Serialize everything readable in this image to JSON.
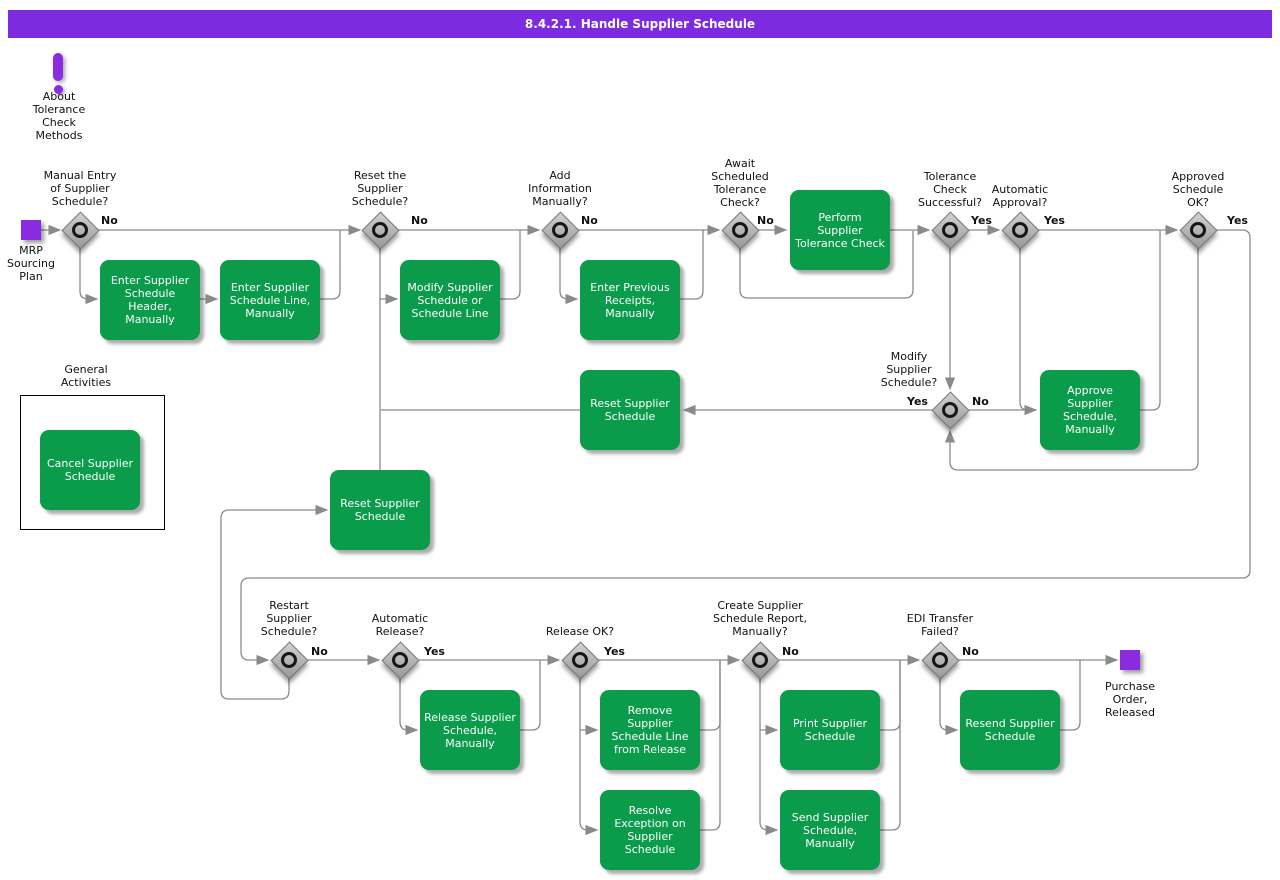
{
  "title_bar": {
    "text": "8.4.2.1. Handle Supplier Schedule"
  },
  "colors": {
    "title_bar_bg": "#7c2be0",
    "node_purple": "#8a2be2",
    "activity_green": "#0a9b4b",
    "connector_gray": "#8a8a8a"
  },
  "annotation": {
    "label": "About\nTolerance\nCheck\nMethods"
  },
  "start_node": {
    "label": "MRP\nSourcing\nPlan"
  },
  "end_node": {
    "label": "Purchase\nOrder,\nReleased"
  },
  "general_activities": {
    "label": "General\nActivities"
  },
  "decisions": [
    {
      "label": "Manual Entry\nof Supplier\nSchedule?",
      "no": "No"
    },
    {
      "label": "Reset the\nSupplier\nSchedule?",
      "no": "No"
    },
    {
      "label": "Add\nInformation\nManually?",
      "no": "No"
    },
    {
      "label": "Await\nScheduled\nTolerance\nCheck?",
      "no": "No"
    },
    {
      "label": "Tolerance\nCheck\nSuccessful?",
      "yes": "Yes"
    },
    {
      "label": "Automatic\nApproval?",
      "yes": "Yes"
    },
    {
      "label": "Approved\nSchedule\nOK?",
      "yes": "Yes"
    },
    {
      "label": "Modify\nSupplier\nSchedule?",
      "yes": "Yes",
      "no": "No"
    },
    {
      "label": "Restart\nSupplier\nSchedule?",
      "no": "No"
    },
    {
      "label": "Automatic\nRelease?",
      "yes": "Yes"
    },
    {
      "label": "Release OK?",
      "yes": "Yes"
    },
    {
      "label": "Create Supplier\nSchedule Report,\nManually?",
      "no": "No"
    },
    {
      "label": "EDI Transfer\nFailed?",
      "no": "No"
    }
  ],
  "activities": [
    {
      "label": "Enter Supplier\nSchedule\nHeader,\nManually"
    },
    {
      "label": "Enter Supplier\nSchedule Line,\nManually"
    },
    {
      "label": "Modify Supplier\nSchedule or\nSchedule Line"
    },
    {
      "label": "Enter Previous\nReceipts,\nManually"
    },
    {
      "label": "Perform\nSupplier\nTolerance Check"
    },
    {
      "label": "Reset Supplier\nSchedule"
    },
    {
      "label": "Approve\nSupplier\nSchedule,\nManually"
    },
    {
      "label": "Cancel Supplier\nSchedule"
    },
    {
      "label": "Reset Supplier\nSchedule"
    },
    {
      "label": "Release Supplier\nSchedule,\nManually"
    },
    {
      "label": "Remove\nSupplier\nSchedule Line\nfrom Release"
    },
    {
      "label": "Resolve\nException on\nSupplier\nSchedule"
    },
    {
      "label": "Print Supplier\nSchedule"
    },
    {
      "label": "Send Supplier\nSchedule,\nManually"
    },
    {
      "label": "Resend Supplier\nSchedule"
    }
  ]
}
